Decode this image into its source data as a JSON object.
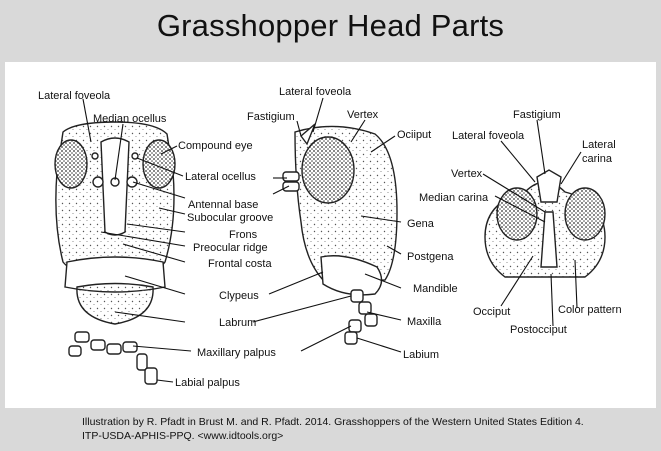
{
  "title": "Grasshopper Head Parts",
  "labels": {
    "front": {
      "lateral_foveola": "Lateral foveola",
      "median_ocellus": "Median ocellus",
      "compound_eye": "Compound eye",
      "lateral_ocellus": "Lateral ocellus",
      "antennal_base": "Antennal base",
      "subocular_groove": "Subocular groove",
      "frons": "Frons",
      "preocular_ridge": "Preocular ridge",
      "frontal_costa": "Frontal costa",
      "clypeus": "Clypeus",
      "labrum": "Labrum",
      "maxillary_palpus": "Maxillary palpus",
      "labial_palpus": "Labial palpus"
    },
    "side": {
      "lateral_foveola": "Lateral foveola",
      "fastigium": "Fastigium",
      "vertex": "Vertex",
      "ociput": "Ociiput",
      "gena": "Gena",
      "postgena": "Postgena",
      "mandible": "Mandible",
      "maxilla": "Maxilla",
      "labium": "Labium"
    },
    "top": {
      "fastigium": "Fastigium",
      "lateral_foveola": "Lateral foveola",
      "lateral_carina": [
        "Lateral",
        "carina"
      ],
      "vertex": "Vertex",
      "median_carina": "Median carina",
      "occiput": "Occiput",
      "color_pattern": "Color pattern",
      "postocciput": "Postocciput"
    }
  },
  "caption": {
    "line1": "Illustration by R. Pfadt in Brust M. and R. Pfadt. 2014. Grasshoppers of the Western United States Edition 4.",
    "line2": "ITP-USDA-APHIS-PPQ. <www.idtools.org>"
  },
  "colors": {
    "background": "#d9d9d9",
    "panel": "#ffffff",
    "ink": "#111111"
  }
}
